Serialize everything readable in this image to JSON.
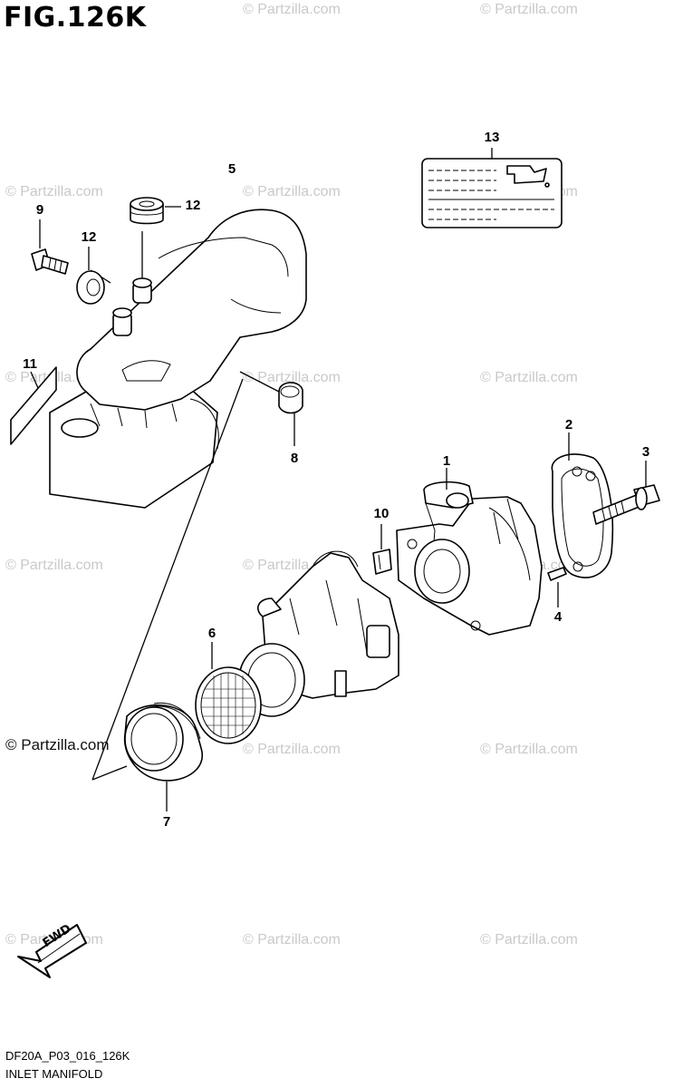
{
  "figure": {
    "title": "FIG.126K",
    "code": "DF20A_P03_016_126K",
    "name": "INLET MANIFOLD"
  },
  "watermark": {
    "text": "© Partzilla.com"
  },
  "callouts": [
    {
      "id": "1"
    },
    {
      "id": "2"
    },
    {
      "id": "3"
    },
    {
      "id": "4"
    },
    {
      "id": "5"
    },
    {
      "id": "6"
    },
    {
      "id": "7"
    },
    {
      "id": "8"
    },
    {
      "id": "9"
    },
    {
      "id": "10"
    },
    {
      "id": "11"
    },
    {
      "id": "12a",
      "label": "12"
    },
    {
      "id": "12b",
      "label": "12"
    },
    {
      "id": "13"
    }
  ],
  "labels": {
    "c1": "1",
    "c2": "2",
    "c3": "3",
    "c4": "4",
    "c5": "5",
    "c6": "6",
    "c7": "7",
    "c8": "8",
    "c9": "9",
    "c10": "10",
    "c11": "11",
    "c12a": "12",
    "c12b": "12",
    "c13": "13"
  },
  "fwd_arrow": {
    "label": "FWD",
    "icon": "forward-arrow-icon"
  }
}
